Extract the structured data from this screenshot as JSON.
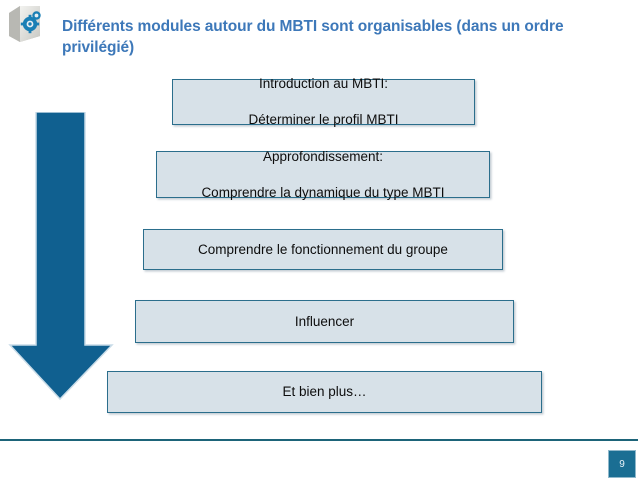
{
  "slide": {
    "title": "Différents modules autour du MBTI sont organisables (dans un ordre privilégié)",
    "page_number": "9",
    "logo_icon": "gear-cube-icon",
    "arrow_icon": "down-arrow-icon",
    "colors": {
      "title_blue": "#3d78b9",
      "arrow_blue": "#106090",
      "box_fill": "#d7e1e8",
      "box_border": "#2b6e8c",
      "footer_rule": "#1d6479",
      "page_badge": "#1a6e93"
    }
  },
  "boxes": [
    {
      "line1": "Introduction au MBTI:",
      "line2": "Déterminer le profil MBTI"
    },
    {
      "line1": "Approfondissement:",
      "line2": "Comprendre la dynamique du type MBTI"
    },
    {
      "line1": "Comprendre le fonctionnement du groupe",
      "line2": ""
    },
    {
      "line1": "Influencer",
      "line2": ""
    },
    {
      "line1": "Et bien plus…",
      "line2": ""
    }
  ]
}
